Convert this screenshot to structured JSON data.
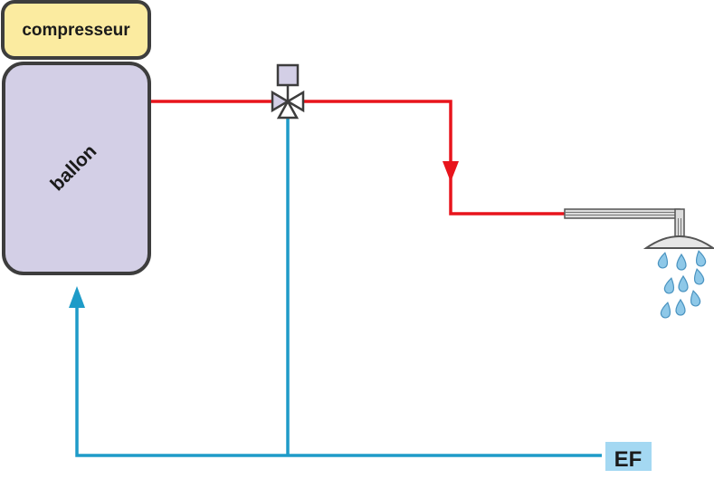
{
  "labels": {
    "compressor": "compresseur",
    "tank": "ballon",
    "cold_water": "EF"
  },
  "colors": {
    "hot_pipe": "#e8141c",
    "cold_pipe": "#1e9bc8",
    "compressor_fill": "#fbeba0",
    "tank_fill": "#d3cfe6",
    "outline": "#3d3d3d",
    "ef_badge": "#a4d8f2",
    "water_drop": "#8ec8e8"
  },
  "icons": [
    "three-way-valve-icon",
    "shower-head-icon",
    "water-drop-icon",
    "flow-arrow-icon"
  ]
}
